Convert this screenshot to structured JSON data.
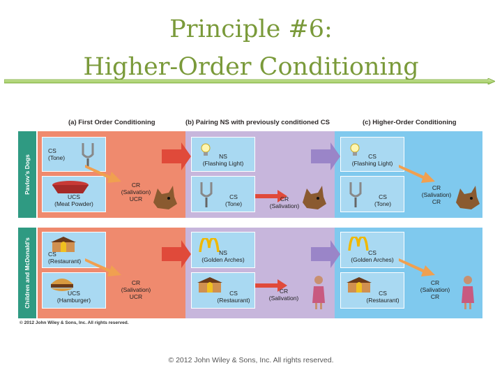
{
  "title": {
    "line1": "Principle #6:",
    "line2": "Higher-Order Conditioning"
  },
  "figure": {
    "headers": [
      "(a) First Order Conditioning",
      "(b) Pairing NS with previously conditioned CS",
      "(c) Higher-Order Conditioning"
    ],
    "rows": [
      "Pavlov’s Dogs",
      "Children and McDonald’s"
    ],
    "pavlov": {
      "a_cs": "CS\n(Tone)",
      "a_ucs": "UCS\n(Meat Powder)",
      "a_out": "CR\n(Salivation)\nUCR",
      "b_ns": "NS\n(Flashing Light)",
      "b_cs": "CS\n(Tone)",
      "b_out": "CR\n(Salivation)",
      "c_cs": "CS\n(Flashing Light)",
      "c_cs2": "CS\n(Tone)",
      "c_out": "CR\n(Salivation)\nCR"
    },
    "mcd": {
      "a_cs": "CS\n(Restaurant)",
      "a_ucs": "UCS\n(Hamburger)",
      "a_out": "CR\n(Salivation)\nUCR",
      "b_ns": "NS\n(Golden Arches)",
      "b_cs": "CS\n(Restaurant)",
      "b_out": "CR\n(Salivation)",
      "c_cs": "CS\n(Golden Arches)",
      "c_cs2": "CS\n(Restaurant)",
      "c_out": "CR\n(Salivation)\nCR"
    },
    "credit": "© 2012 John Wiley & Sons, Inc. All rights reserved."
  },
  "footer": "© 2012 John Wiley & Sons, Inc. All rights reserved.",
  "colors": {
    "title": "#7a9a3a",
    "first_order": "#ef8a6e",
    "pairing": "#c7b6dc",
    "higher_order": "#7fc9ee",
    "stimulus_box": "#a9d9f2",
    "side_band": "#2f9a82"
  }
}
